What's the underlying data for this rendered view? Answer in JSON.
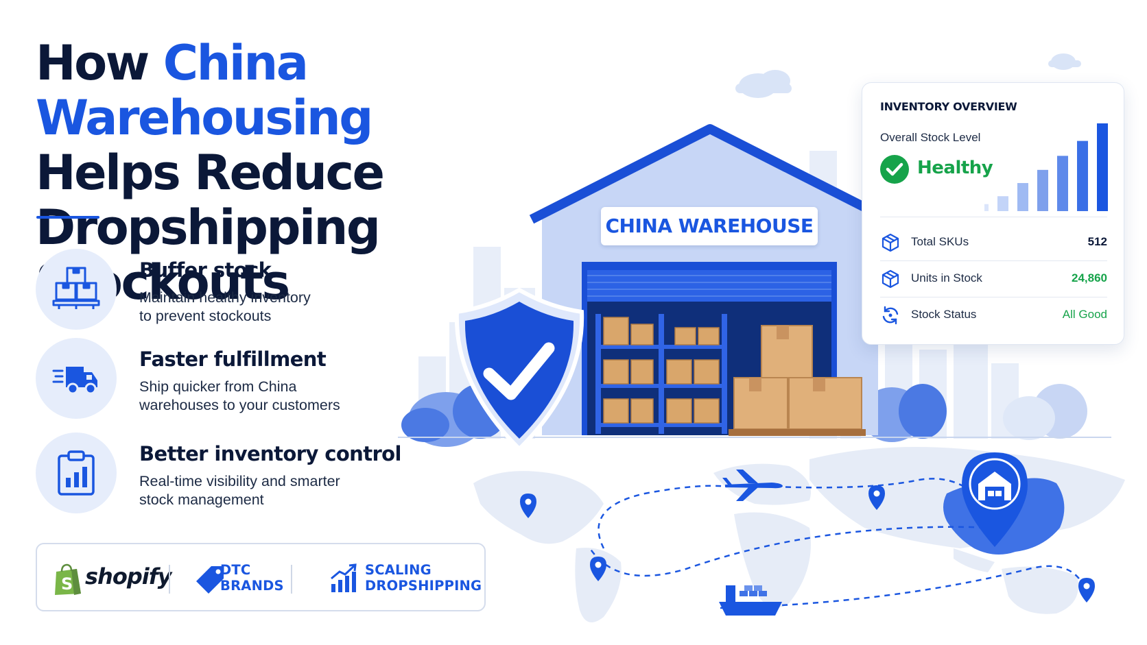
{
  "title": {
    "line1_prefix": "How ",
    "line1_accent": "China Warehousing",
    "line2": "Helps Reduce",
    "line3": "Dropshipping Stockouts"
  },
  "features": [
    {
      "title": "Buffer stock",
      "desc_line1": "Maintain healthy inventory",
      "desc_line2": "to prevent stockouts",
      "icon": "boxes-pallet-icon"
    },
    {
      "title": "Faster fulfillment",
      "desc_line1": "Ship quicker from China",
      "desc_line2": "warehouses to your customers",
      "icon": "delivery-truck-icon"
    },
    {
      "title": "Better inventory control",
      "desc_line1": "Real-time visibility and smarter",
      "desc_line2": "stock management",
      "icon": "clipboard-chart-icon"
    }
  ],
  "brands": {
    "shopify": "shopify",
    "dtc_line1": "DTC",
    "dtc_line2": "BRANDS",
    "scaling_line1": "SCALING",
    "scaling_line2": "DROPSHIPPING"
  },
  "warehouse": {
    "sign": "CHINA WAREHOUSE"
  },
  "inventory": {
    "title": "INVENTORY OVERVIEW",
    "stock_label": "Overall Stock Level",
    "stock_status": "Healthy",
    "bars": [
      0.08,
      0.17,
      0.32,
      0.47,
      0.63,
      0.8,
      1.0
    ],
    "rows": [
      {
        "label": "Total SKUs",
        "value": "512",
        "icon": "cube-icon",
        "color": "#0b1838"
      },
      {
        "label": "Units in Stock",
        "value": "24,860",
        "icon": "cube-icon",
        "color": "#16a34a"
      },
      {
        "label": "Stock Status",
        "value": "All Good",
        "icon": "refresh-icon",
        "color": "#16a34a"
      }
    ]
  },
  "colors": {
    "accent": "#1a56e0",
    "dark": "#0b1838",
    "success": "#16a34a",
    "light": "#e6edfb"
  }
}
